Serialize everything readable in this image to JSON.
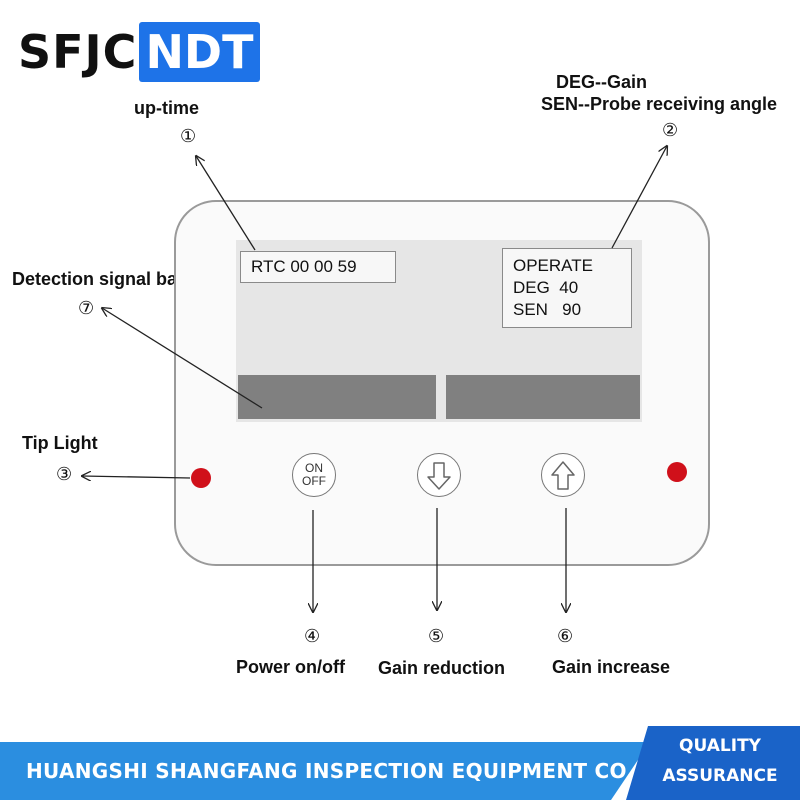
{
  "logo": {
    "part1": "SFJC",
    "part2": "NDT"
  },
  "callouts": [
    {
      "id": 1,
      "number": "①",
      "label": "up-time"
    },
    {
      "id": 2,
      "number": "②",
      "label_line1": "DEG--Gain",
      "label_line2": "SEN--Probe receiving angle"
    },
    {
      "id": 3,
      "number": "③",
      "label": "Tip Light"
    },
    {
      "id": 4,
      "number": "④",
      "label": "Power on/off"
    },
    {
      "id": 5,
      "number": "⑤",
      "label": "Gain reduction"
    },
    {
      "id": 6,
      "number": "⑥",
      "label": "Gain increase"
    },
    {
      "id": 7,
      "number": "⑦",
      "label": "Detection signal bar"
    }
  ],
  "display": {
    "rtc": "RTC 00 00 59",
    "status": [
      "OPERATE",
      "DEG  40",
      "SEN   90"
    ]
  },
  "buttons": {
    "power": {
      "line1": "ON",
      "line2": "OFF"
    }
  },
  "colors": {
    "led": "#d0101a",
    "banner": "#2b8ee0",
    "banner_accent": "#1a63c8",
    "logo_blue": "#1e73e8"
  },
  "footer": {
    "company": "HUANGSHI SHANGFANG INSPECTION EQUIPMENT CO., LTD.",
    "badge_line1": "QUALITY",
    "badge_line2": "ASSURANCE"
  }
}
